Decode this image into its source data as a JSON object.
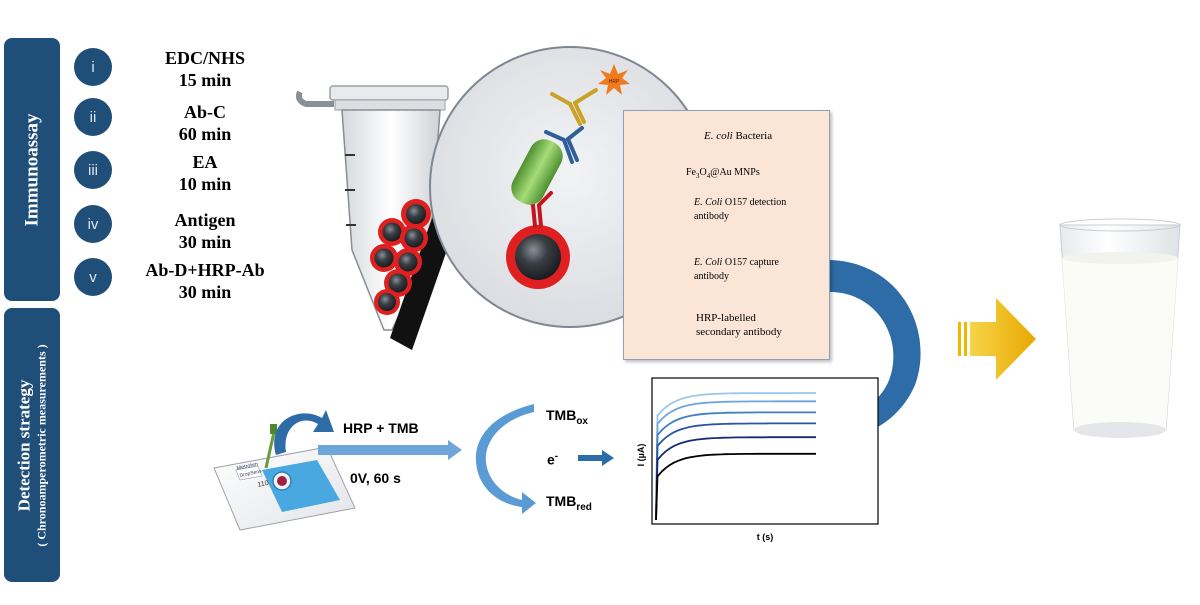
{
  "sidebar": {
    "immunoassay": "Immunoassay",
    "detection_title": "Detection strategy",
    "detection_subtitle": "( Chronoamperometric measurements )"
  },
  "steps": [
    {
      "num": "i",
      "line1": "EDC/NHS",
      "line2": "15 min"
    },
    {
      "num": "ii",
      "line1": "Ab-C",
      "line2": "60 min"
    },
    {
      "num": "iii",
      "line1": "EA",
      "line2": "10 min"
    },
    {
      "num": "iv",
      "line1": "Antigen",
      "line2": "30 min"
    },
    {
      "num": "v",
      "line1": "Ab-D+HRP-Ab",
      "line2": "30 min"
    }
  ],
  "bubble": {
    "hrp_label": "HRP"
  },
  "legend": {
    "bacteria_italic": "E. coli",
    "bacteria_rest": " Bacteria",
    "mnp_pre": "Fe",
    "mnp_sub1": "3",
    "mnp_mid": "O",
    "mnp_sub2": "4",
    "mnp_post": "@Au MNPs",
    "detection_italic": "E. Coli",
    "detection_rest": " O157  detection",
    "detection_line2": "antibody",
    "capture_italic": "E. Coli",
    "capture_rest": " O157 capture",
    "capture_line2": "antibody",
    "hrp_line1": "HRP-labelled",
    "hrp_line2": "secondary antibody"
  },
  "detection": {
    "reagent": "HRP + TMB",
    "conditions": "0V, 60 s",
    "tmb_ox_main": "TMB",
    "tmb_ox_sub": "ox",
    "electron": "e",
    "electron_sup": "-",
    "tmb_red_main": "TMB",
    "tmb_red_sub": "red",
    "electrode_label1": "Metrohm",
    "electrode_label2": "DropSens",
    "electrode_num": "110"
  },
  "colors": {
    "navy": "#1f4e79",
    "arrow_blue": "#2e6ca8",
    "light_arrow": "#5b9bd5",
    "legend_bg": "#fbe5d6",
    "mnp_red": "#e02020",
    "bacteria_green": "#6ab04c",
    "yellow_arrow": "#f2b800"
  },
  "chart_data": {
    "type": "line",
    "xlabel": "t (s)",
    "ylabel": "I (µA)",
    "series": [
      {
        "color": "#9cc7ea",
        "plateau": 0.92
      },
      {
        "color": "#6ea6dc",
        "plateau": 0.86
      },
      {
        "color": "#3f7fc4",
        "plateau": 0.78
      },
      {
        "color": "#2a55a0",
        "plateau": 0.7
      },
      {
        "color": "#1a2a70",
        "plateau": 0.6
      },
      {
        "color": "#000000",
        "plateau": 0.48
      }
    ]
  }
}
